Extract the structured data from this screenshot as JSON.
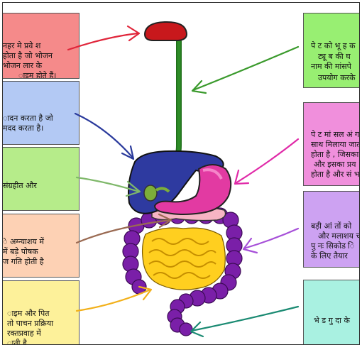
{
  "colors": {
    "red": "#f58a8a",
    "blue": "#b3c9f4",
    "green": "#b6ec8a",
    "peach": "#fdd1b4",
    "yellow": "#fdf19a",
    "lime": "#98ef72",
    "pink": "#f08fdc",
    "violet": "#cda2f2",
    "mint": "#a9f1e1"
  },
  "boxes": {
    "left": [
      {
        "lines": [
          "नहर मे प्रवे श",
          "होता है  जो भोजन",
          "भोजन लार के",
          "ाइम होते हैं।"
        ]
      },
      {
        "lines": [
          "ादन करता है  जो",
          "मदद करता है।"
        ]
      },
      {
        "lines": [
          "संग्रहीत और"
        ]
      },
      {
        "lines": [
          "े अग्न्याशय में",
          "में  बड़े  पोषक",
          "ज गति होती है"
        ]
      },
      {
        "lines": [
          "ाइम और पित",
          "तो पाचन प्रक्रिया",
          "रक्तप्रवाह में",
          "ाती है"
        ]
      }
    ],
    "right": [
      {
        "lines": [
          "पे ट को भू  ह क",
          "ट्यू ब की घ",
          "नाम की मांसपे",
          "उपयोग करके"
        ]
      },
      {
        "lines": [
          "पे ट मां सल अं ग",
          "साथ मिलाया जात",
          "होता है , जिसका",
          "और इसका प्रय",
          "होता है  और सं भ"
        ]
      },
      {
        "lines": [
          "बड़ी आं तों को",
          "और मलाशय च",
          "पु नः सिकोड ि",
          "के  लिए तैयार"
        ]
      },
      {
        "lines": [
          "भे ड गु दा के"
        ]
      }
    ]
  }
}
